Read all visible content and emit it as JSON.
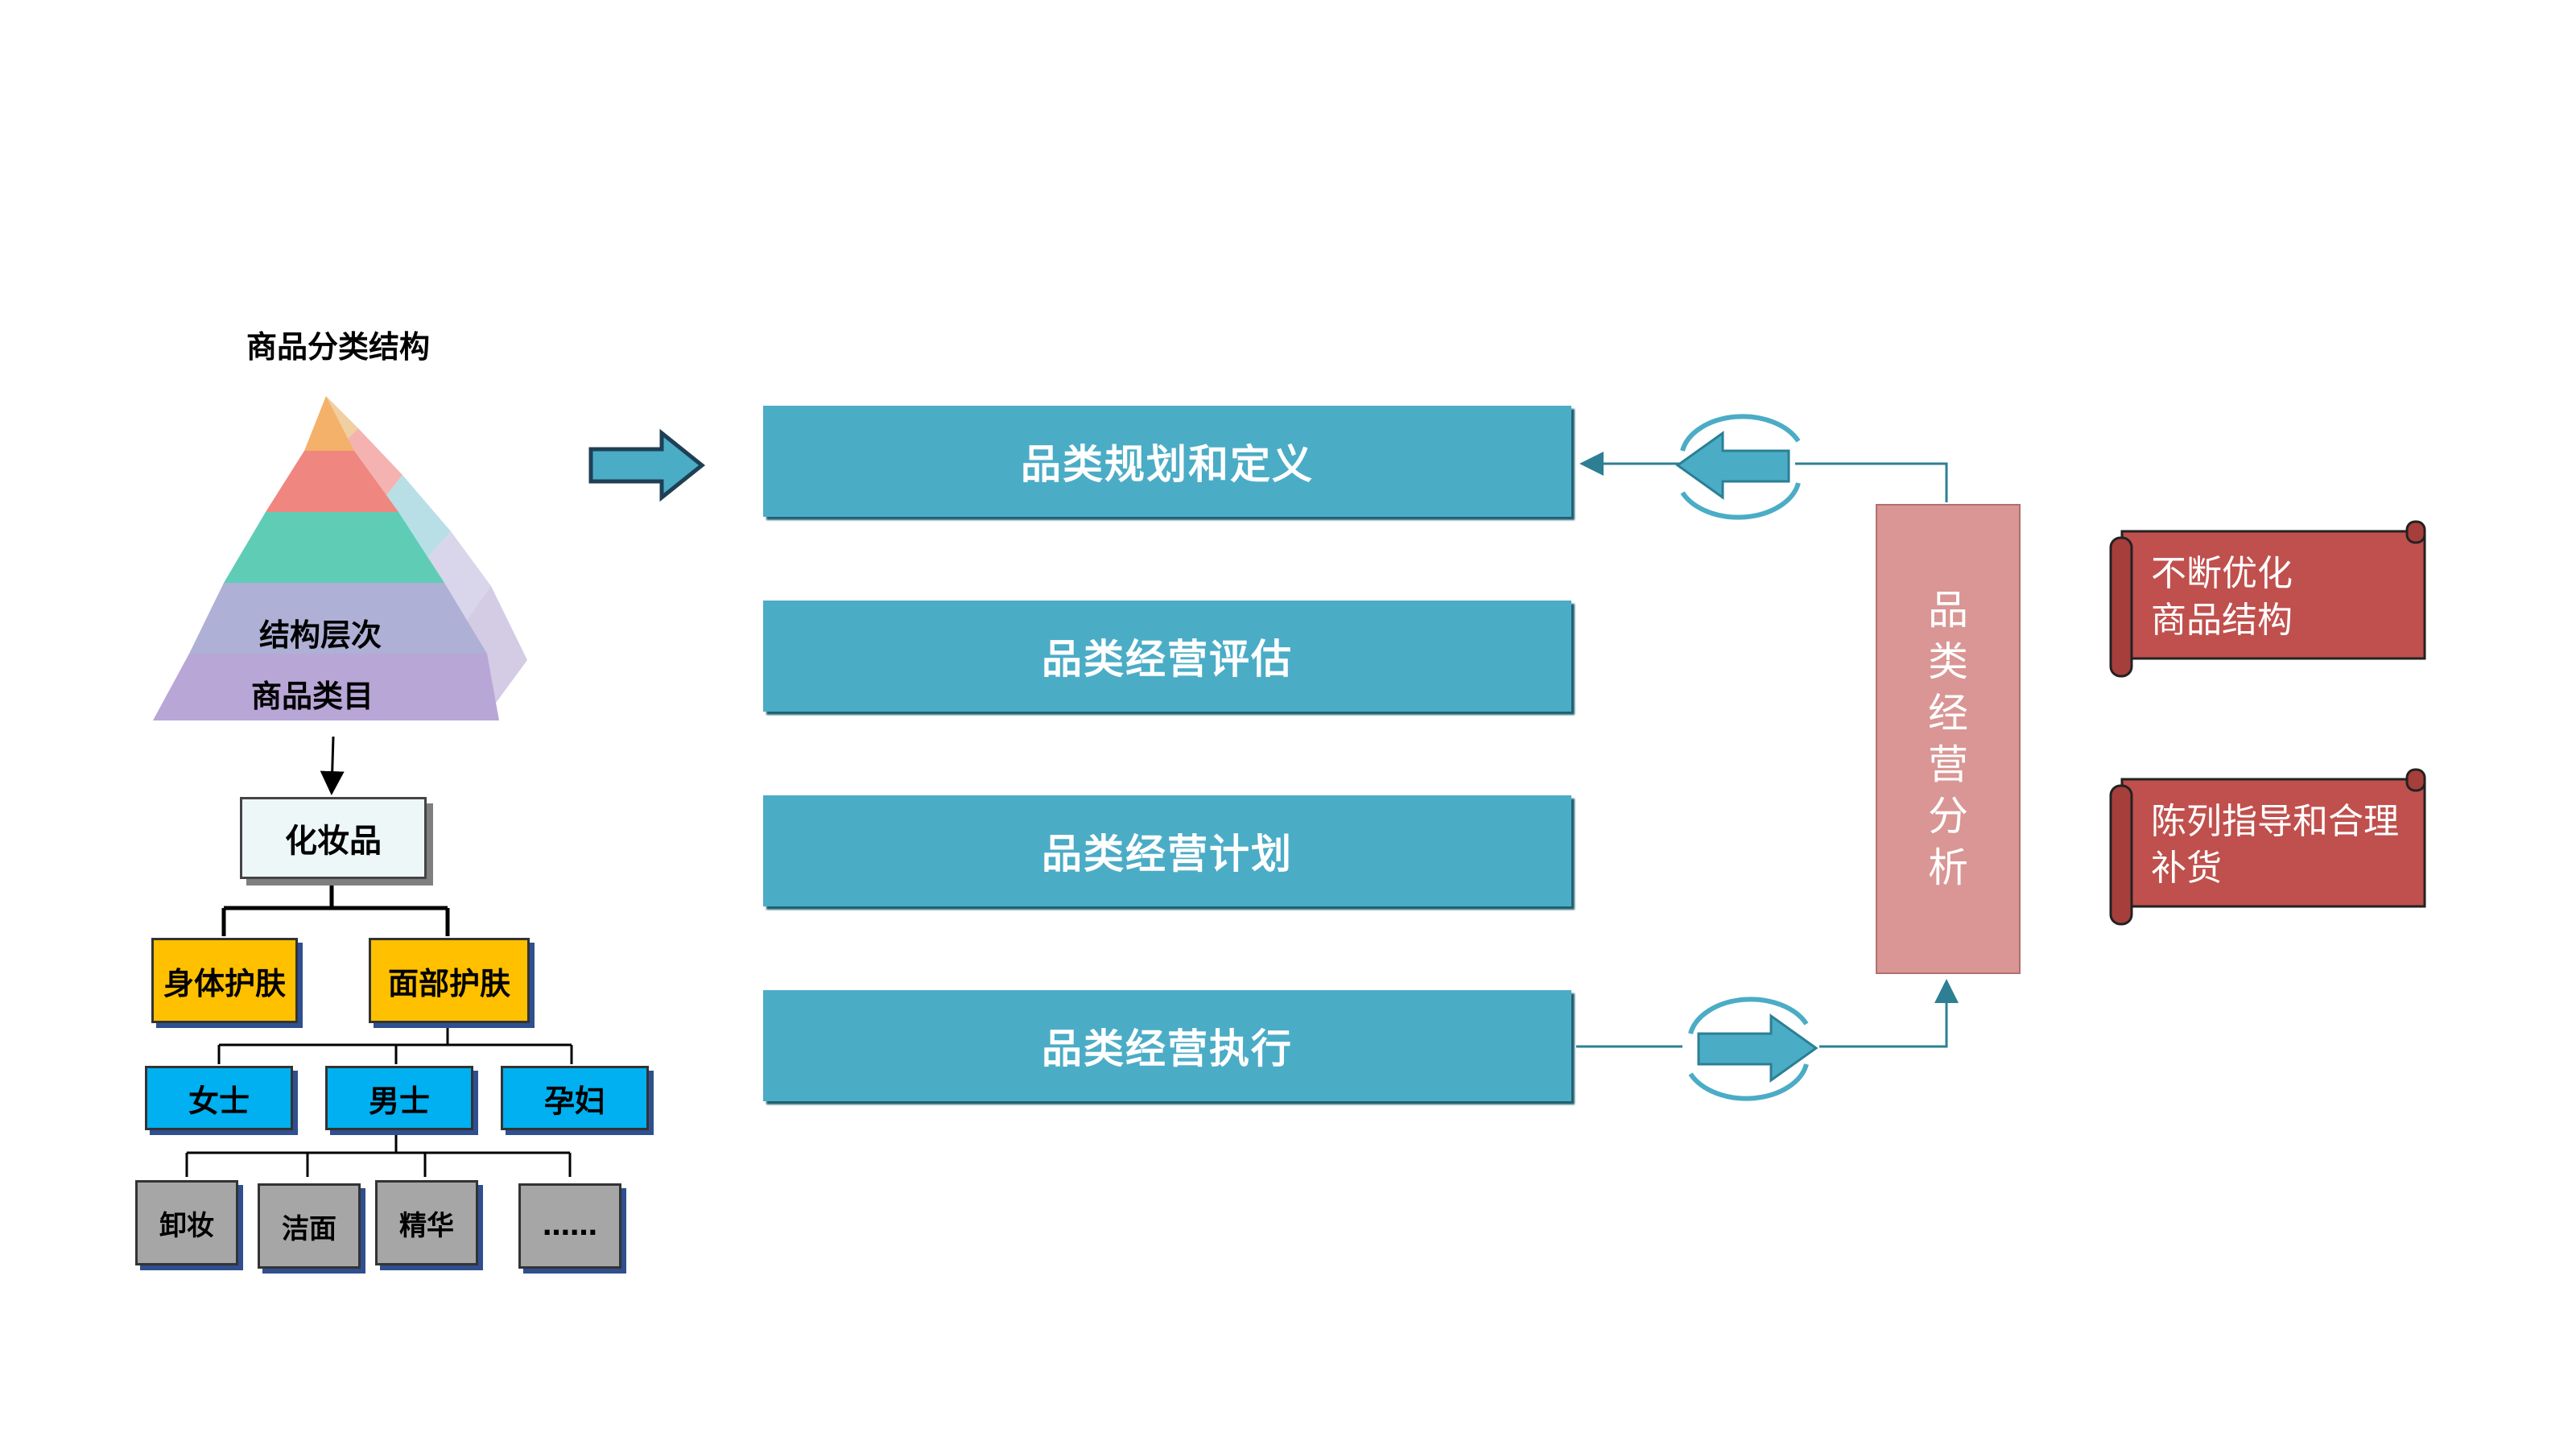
{
  "left": {
    "title": "商品分类结构",
    "pyramid": {
      "level_4": "结构层次",
      "level_5": "商品类目"
    },
    "root": "化妆品",
    "tier1": [
      "身体护肤",
      "面部护肤"
    ],
    "tier2": [
      "女士",
      "男士",
      "孕妇"
    ],
    "tier3": [
      "卸妆",
      "洁面",
      "精华",
      "……"
    ]
  },
  "process": {
    "steps": [
      "品类规划和定义",
      "品类经营评估",
      "品类经营计划",
      "品类经营执行"
    ]
  },
  "analysis": {
    "chars": [
      "品",
      "类",
      "经",
      "营",
      "分",
      "析"
    ]
  },
  "scrolls": [
    {
      "line1": "不断优化",
      "line2": "商品结构"
    },
    {
      "line1": "陈列指导和合理",
      "line2": "补货"
    }
  ],
  "colors": {
    "process_fill": "#4BACC6",
    "analysis_fill": "#D99694",
    "scroll_fill": "#C0504D",
    "tier1_fill": "#FFC000",
    "tier2_fill": "#00B0F0",
    "tier3_fill": "#A6A6A6"
  }
}
